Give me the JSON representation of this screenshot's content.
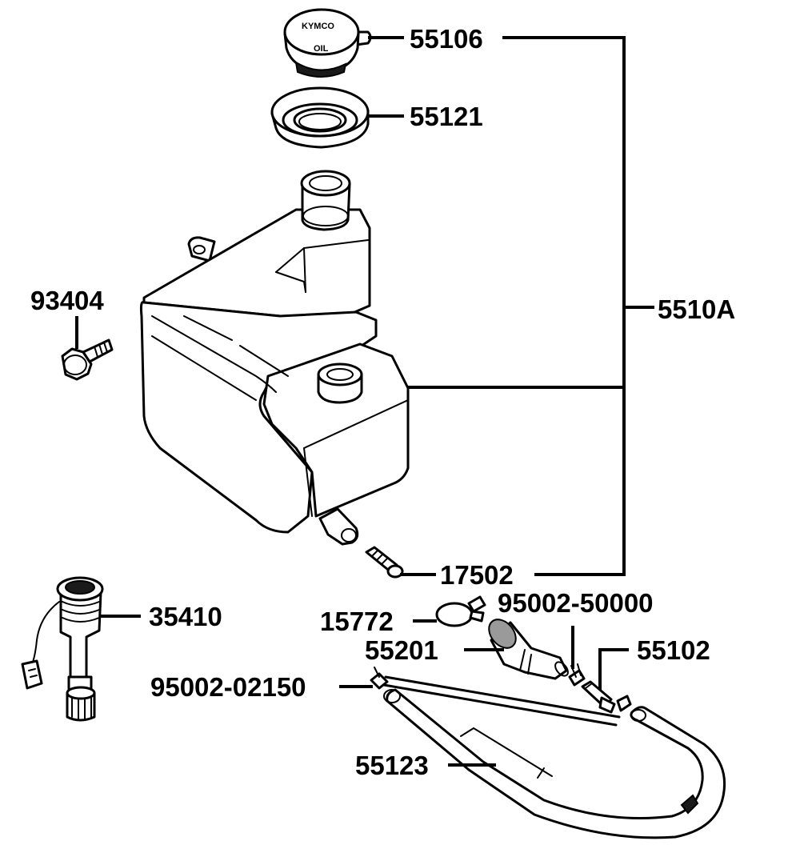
{
  "cap_logo_text": "KYMCO",
  "cap_oil_text": "OIL",
  "parts": {
    "cap": "55106",
    "gasket": "55121",
    "tank_assembly": "5510A",
    "bolt": "93404",
    "fitting": "17502",
    "level_sensor": "35410",
    "clamp_15772": "15772",
    "clip_95002_50000": "95002-50000",
    "filter": "55201",
    "check_valve": "55102",
    "clip_95002_02150": "95002-02150",
    "hose": "55123"
  }
}
